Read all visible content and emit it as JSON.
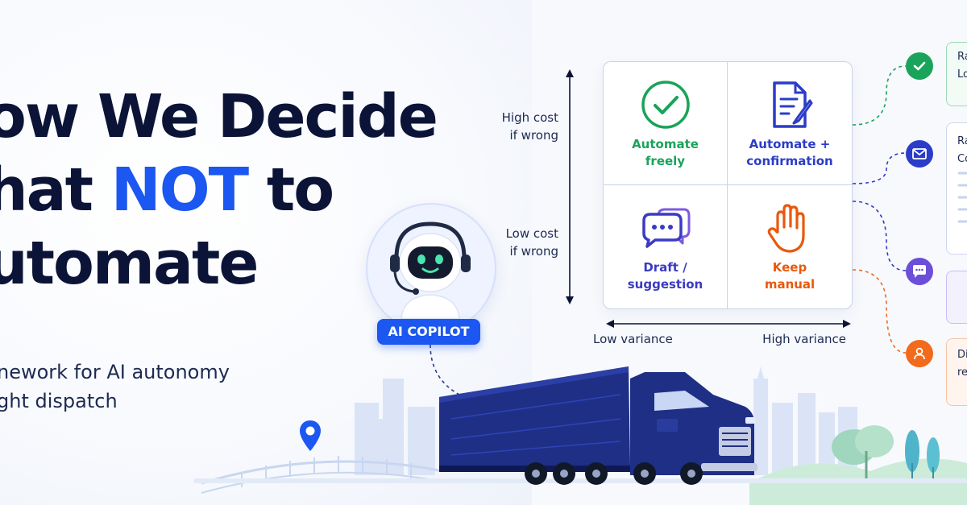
{
  "headline": {
    "line1": "ow We Decide",
    "line2_prefix": "hat ",
    "line2_accent": "NOT",
    "line2_suffix": " to",
    "line3": "utomate"
  },
  "subtitle": {
    "line1": "nework for AI autonomy",
    "line2": "ght dispatch"
  },
  "copilot": {
    "badge": "AI COPILOT"
  },
  "matrix": {
    "y_top": [
      "High cost",
      "if wrong"
    ],
    "y_bottom": [
      "Low cost",
      "if wrong"
    ],
    "x_left": "Low variance",
    "x_right": "High variance",
    "cells": [
      {
        "icon": "check-circle-icon",
        "lines": [
          "Automate",
          "freely"
        ],
        "color": "#1aa35a"
      },
      {
        "icon": "document-pen-icon",
        "lines": [
          "Automate +",
          "confirmation"
        ],
        "color": "#2b3cc9"
      },
      {
        "icon": "chat-bubbles-icon",
        "lines": [
          "Draft /",
          "suggestion"
        ],
        "color": "#3a3bc2"
      },
      {
        "icon": "raised-hand-icon",
        "lines": [
          "Keep",
          "manual"
        ],
        "color": "#e8590c"
      }
    ]
  },
  "side_cards": [
    {
      "icon": "check-icon",
      "lines": [
        "Ra",
        "Lo"
      ],
      "accent": "#1aa35a"
    },
    {
      "icon": "mail-icon",
      "lines": [
        "Ra",
        "Co"
      ],
      "accent": "#2b3cc9"
    },
    {
      "icon": "chat-icon",
      "lines": [],
      "accent": "#6b4fd8"
    },
    {
      "icon": "person-icon",
      "lines": [
        "Di",
        "re"
      ],
      "accent": "#f26a1b"
    }
  ],
  "colors": {
    "navy": "#0b1437",
    "accent_blue": "#1b57f0",
    "green": "#1aa35a",
    "indigo": "#2b3cc9",
    "purple": "#6b4fd8",
    "orange": "#e8590c",
    "truck": "#1f2f86"
  }
}
